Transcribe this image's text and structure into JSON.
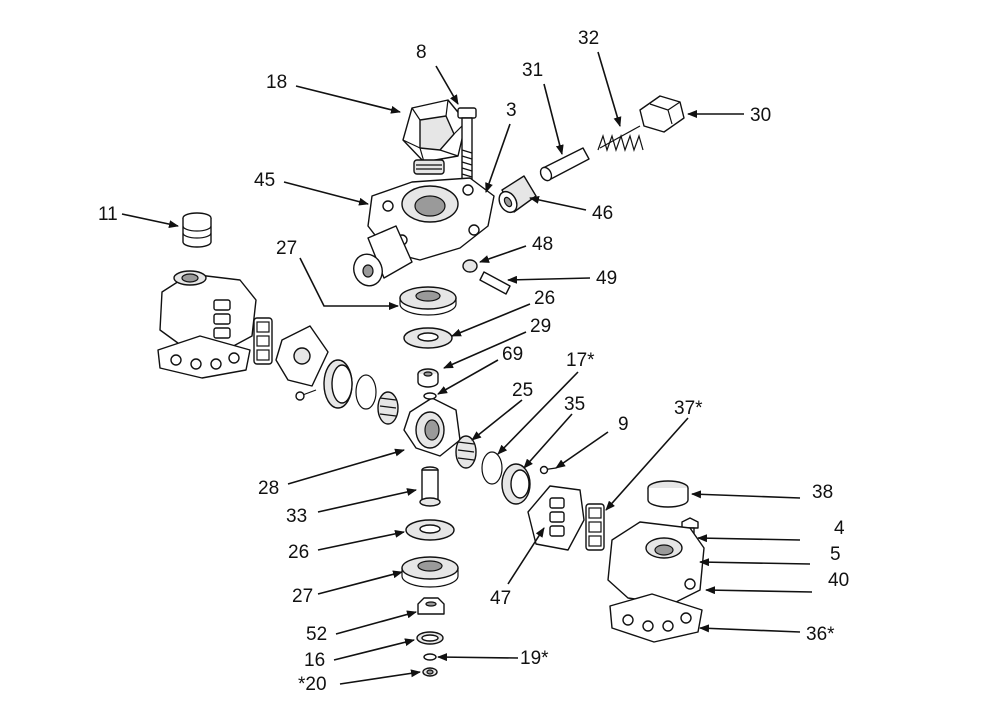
{
  "diagram": {
    "callouts": [
      {
        "id": "c8",
        "label": "8"
      },
      {
        "id": "c18",
        "label": "18"
      },
      {
        "id": "c32",
        "label": "32"
      },
      {
        "id": "c31",
        "label": "31"
      },
      {
        "id": "c3",
        "label": "3"
      },
      {
        "id": "c30",
        "label": "30"
      },
      {
        "id": "c45",
        "label": "45"
      },
      {
        "id": "c46",
        "label": "46"
      },
      {
        "id": "c11",
        "label": "11"
      },
      {
        "id": "c48",
        "label": "48"
      },
      {
        "id": "c27a",
        "label": "27"
      },
      {
        "id": "c49",
        "label": "49"
      },
      {
        "id": "c26a",
        "label": "26"
      },
      {
        "id": "c29",
        "label": "29"
      },
      {
        "id": "c69",
        "label": "69"
      },
      {
        "id": "c17",
        "label": "17*"
      },
      {
        "id": "c25",
        "label": "25"
      },
      {
        "id": "c35",
        "label": "35"
      },
      {
        "id": "c9",
        "label": "9"
      },
      {
        "id": "c37",
        "label": "37*"
      },
      {
        "id": "c28",
        "label": "28"
      },
      {
        "id": "c38",
        "label": "38"
      },
      {
        "id": "c33",
        "label": "33"
      },
      {
        "id": "c4",
        "label": "4"
      },
      {
        "id": "c26b",
        "label": "26"
      },
      {
        "id": "c5",
        "label": "5"
      },
      {
        "id": "c40",
        "label": "40"
      },
      {
        "id": "c27b",
        "label": "27"
      },
      {
        "id": "c47",
        "label": "47"
      },
      {
        "id": "c52",
        "label": "52"
      },
      {
        "id": "c36",
        "label": "36*"
      },
      {
        "id": "c16",
        "label": "16"
      },
      {
        "id": "c19",
        "label": "19*"
      },
      {
        "id": "c20",
        "label": "*20"
      }
    ]
  }
}
